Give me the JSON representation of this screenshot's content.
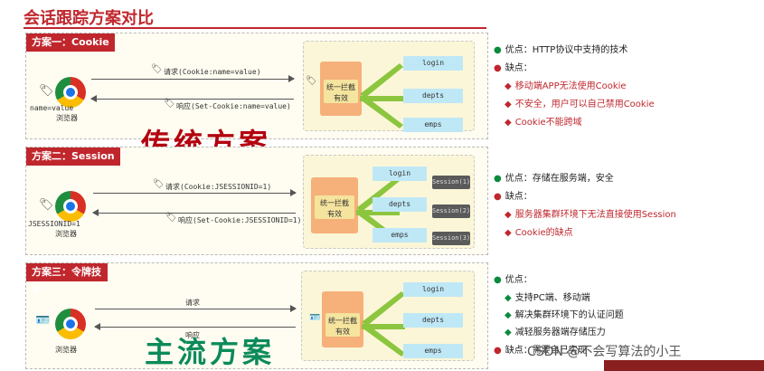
{
  "title": "会话跟踪方案对比",
  "panels": [
    {
      "tag": "方案一：Cookie",
      "client_label": "name=value",
      "browser": "浏览器",
      "request": "请求(Cookie:name=value)",
      "response": "响应(Set-Cookie:name=value)",
      "intercept": [
        "统一拦截",
        "有效"
      ],
      "modules": [
        "login",
        "depts",
        "emps"
      ],
      "stamp": "传统方案"
    },
    {
      "tag": "方案二：Session",
      "client_label": "JSESSIONID=1",
      "browser": "浏览器",
      "request": "请求(Cookie:JSESSIONID=1)",
      "response": "响应(Set-Cookie:JSESSIONID=1)",
      "intercept": [
        "统一拦截",
        "有效"
      ],
      "modules": [
        "login",
        "depts",
        "emps"
      ],
      "sessions": [
        "Session(1)",
        "Session(2)",
        "Session(3)"
      ]
    },
    {
      "tag": "方案三：令牌技术",
      "browser": "浏览器",
      "request": "请求",
      "response": "响应",
      "intercept": [
        "统一拦截",
        "有效"
      ],
      "modules": [
        "login",
        "depts",
        "emps"
      ],
      "stamp": "主流方案"
    }
  ],
  "notes": [
    {
      "pros": "优点：HTTP协议中支持的技术",
      "cons_label": "缺点：",
      "cons": [
        "移动端APP无法使用Cookie",
        "不安全，用户可以自己禁用Cookie",
        "Cookie不能跨域"
      ]
    },
    {
      "pros": "优点：存储在服务端，安全",
      "cons_label": "缺点：",
      "cons": [
        "服务器集群环境下无法直接使用Session",
        "Cookie的缺点"
      ]
    },
    {
      "pros_label": "优点：",
      "pros": [
        "支持PC端、移动端",
        "解决集群环境下的认证问题",
        "减轻服务器端存储压力"
      ],
      "cons": "缺点：需要自己实现"
    }
  ],
  "watermark": "CSDN @不会写算法的小王",
  "colors": {
    "accent": "#c0272d",
    "green": "#0a8a3c",
    "panel_bg": "#fffdf1"
  }
}
